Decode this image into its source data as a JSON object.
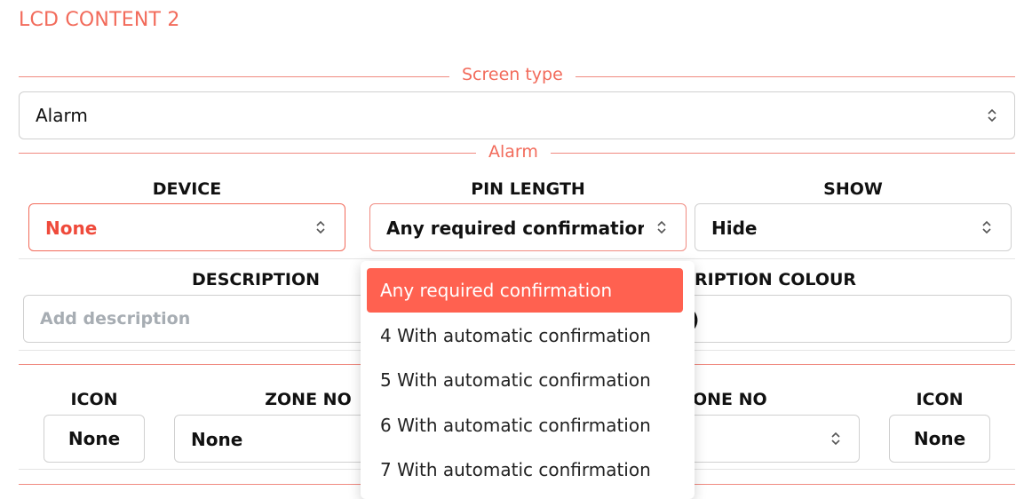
{
  "title": "LCD CONTENT 2",
  "screen_type": {
    "section_label": "Screen type",
    "value": "Alarm"
  },
  "alarm": {
    "section_label": "Alarm",
    "device": {
      "label": "DEVICE",
      "value": "None"
    },
    "pin_length": {
      "label": "PIN LENGTH",
      "value": "Any required confirmatior"
    },
    "show": {
      "label": "SHOW",
      "value": "Hide"
    },
    "description": {
      "label": "DESCRIPTION",
      "placeholder": "Add description"
    },
    "description_colour": {
      "label_partial": "RIPTION COLOUR",
      "value_partial": ")"
    },
    "row2": {
      "icon_left_label": "ICON",
      "icon_left_value": "None",
      "zone_no_label": "ZONE NO",
      "zone_no_value": "None",
      "zone_no_right_label_partial": "ONE NO",
      "icon_right_label": "ICON",
      "icon_right_value": "None"
    }
  },
  "dropdown": {
    "options": [
      "Any required confirmation",
      "4 With automatic confirmation",
      "5 With automatic confirmation",
      "6 With automatic confirmation",
      "7 With automatic confirmation"
    ],
    "selected_index": 0
  },
  "colors": {
    "accent": "#f26b5b",
    "highlight": "#ff6150",
    "placeholder": "#a7adb3"
  }
}
